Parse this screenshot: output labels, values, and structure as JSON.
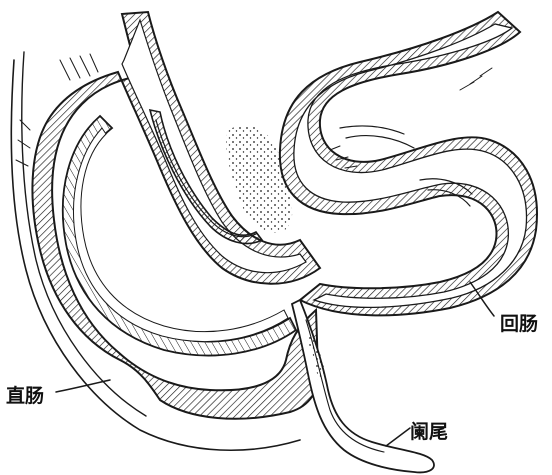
{
  "labels": {
    "ileum": "回肠",
    "rectum": "直肠",
    "appendix": "阑尾"
  },
  "colors": {
    "ink": "#1a1a1a",
    "background": "#ffffff",
    "lumen": "#ffffff"
  }
}
